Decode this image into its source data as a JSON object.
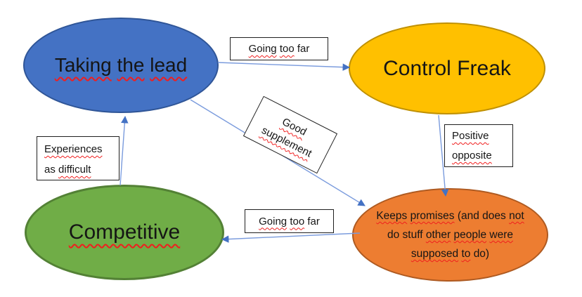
{
  "colors": {
    "background": "#ffffff",
    "connector_line": "#7a9bdd",
    "connector_head": "#4472c4",
    "squiggle": "#f01e1e",
    "label_box_border": "#1f1f1f",
    "label_box_fill": "#ffffff",
    "text": "#151515",
    "node_blue_fill": "#4472c4",
    "node_blue_stroke": "#2f5597",
    "node_gold_fill": "#ffc000",
    "node_gold_stroke": "#bf9000",
    "node_green_fill": "#70ad47",
    "node_green_stroke": "#538135",
    "node_orange_fill": "#ed7d31",
    "node_orange_stroke": "#ae5a21"
  },
  "nodes": {
    "taking_the_lead": {
      "text": "Taking the lead",
      "fill": "#4472c4",
      "stroke": "#2f5597",
      "lines": [
        [
          {
            "text": "Taking",
            "sq": true
          },
          {
            "text": "the",
            "sq": true
          },
          {
            "text": "lead",
            "sq": true
          }
        ]
      ]
    },
    "control_freak": {
      "text": "Control Freak",
      "fill": "#ffc000",
      "stroke": "#bf9000",
      "lines": [
        [
          {
            "text": "Control",
            "sq": false
          },
          {
            "text": "Freak",
            "sq": false
          }
        ]
      ]
    },
    "competitive": {
      "text": "Competitive",
      "fill": "#70ad47",
      "stroke": "#538135",
      "lines": [
        [
          {
            "text": "Competitive",
            "sq": true
          }
        ]
      ]
    },
    "keeps_promises": {
      "text": "Keeps promises (and does not do stuff other people were supposed to do)",
      "fill": "#ed7d31",
      "stroke": "#ae5a21",
      "lines": [
        [
          {
            "text": "Keeps",
            "sq": true
          },
          {
            "text": "promises",
            "sq": true
          },
          {
            "text": "(and",
            "sq": false
          },
          {
            "text": "does",
            "sq": false
          },
          {
            "text": "not",
            "sq": true
          }
        ],
        [
          {
            "text": "do",
            "sq": false
          },
          {
            "text": "stuff",
            "sq": false
          },
          {
            "text": "other",
            "sq": true
          },
          {
            "text": "people",
            "sq": true
          },
          {
            "text": "were",
            "sq": true
          }
        ],
        [
          {
            "text": "supposed",
            "sq": true
          },
          {
            "text": "to",
            "sq": true
          },
          {
            "text": "do)",
            "sq": false
          }
        ]
      ]
    }
  },
  "edge_labels": {
    "going_too_far_top": {
      "text": "Going too far",
      "lines": [
        [
          {
            "text": "Going",
            "sq": true
          },
          {
            "text": "too",
            "sq": true
          },
          {
            "text": "far",
            "sq": false
          }
        ]
      ]
    },
    "good_supplement": {
      "text": "Good supplement",
      "lines": [
        [
          {
            "text": "Good",
            "sq": true
          }
        ],
        [
          {
            "text": "supplement",
            "sq": true
          }
        ]
      ]
    },
    "positive_opposite": {
      "text": "Positive opposite",
      "lines": [
        [
          {
            "text": "Positive",
            "sq": true
          }
        ],
        [
          {
            "text": "opposite",
            "sq": true
          }
        ]
      ]
    },
    "experiences_as_difficult": {
      "text": "Experiences as difficult",
      "lines": [
        [
          {
            "text": "Experiences",
            "sq": true
          }
        ],
        [
          {
            "text": "as",
            "sq": false
          },
          {
            "text": "difficult",
            "sq": true
          }
        ]
      ]
    },
    "going_too_far_bottom": {
      "text": "Going too far",
      "lines": [
        [
          {
            "text": "Going",
            "sq": true
          },
          {
            "text": "too",
            "sq": true
          },
          {
            "text": "far",
            "sq": false
          }
        ]
      ]
    }
  },
  "connectors": [
    {
      "from": "Taking the lead",
      "to": "Control Freak",
      "label": "Going too far"
    },
    {
      "from": "Taking the lead",
      "to": "Keeps promises (and does not do stuff other people were supposed to do)",
      "label": "Good supplement"
    },
    {
      "from": "Control Freak",
      "to": "Keeps promises (and does not do stuff other people were supposed to do)",
      "label": "Positive opposite"
    },
    {
      "from": "Keeps promises (and does not do stuff other people were supposed to do)",
      "to": "Competitive",
      "label": "Going too far"
    },
    {
      "from": "Competitive",
      "to": "Taking the lead",
      "label": "Experiences as difficult"
    }
  ]
}
